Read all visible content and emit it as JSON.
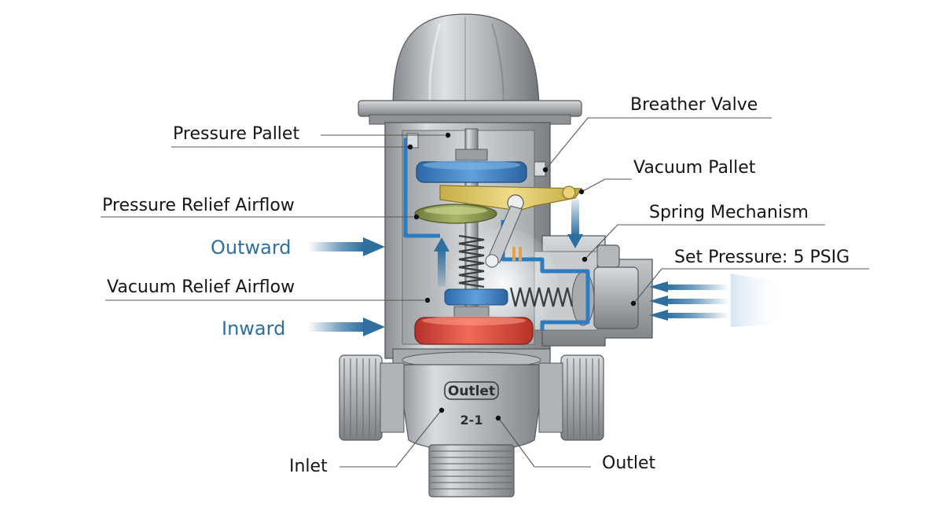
{
  "labels": {
    "pressure_pallet": "Pressure Pallet",
    "pressure_relief_airflow": "Pressure Relief Airflow",
    "outward": "Outward",
    "vacuum_relief_airflow": "Vacuum Relief Airflow",
    "inward": "Inward",
    "breather_valve": "Breather Valve",
    "vacuum_pallet": "Vacuum Pallet",
    "spring_mechanism": "Spring Mechanism",
    "set_pressure": "Set Pressure: 5 PSIG",
    "inlet": "Inlet",
    "outlet": "Outlet"
  },
  "body_marks": {
    "outlet_stamp": "Outlet",
    "size_stamp": "2-1"
  },
  "colors": {
    "flow_arrow": "#2f6f9f",
    "pressure_pallet_disc": "#3d7fc4",
    "vacuum_pallet_disc": "#8c9a52",
    "lower_disc": "#d9463a",
    "lever_arm": "#d8c25c",
    "flow_channel": "#2e7bc0",
    "metal": "#b8bcc0"
  }
}
